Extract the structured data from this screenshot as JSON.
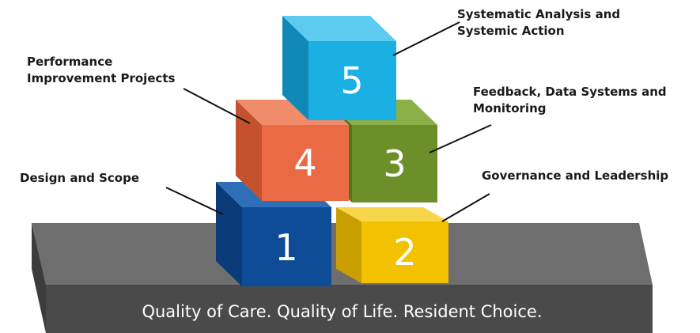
{
  "blocks": [
    {
      "number": "1",
      "label_lines": [
        "Design and Scope"
      ],
      "colors": {
        "front": "#0f4c97",
        "top": "#2f6fb8",
        "side": "#0a3a78"
      }
    },
    {
      "number": "2",
      "label_lines": [
        "Governance and Leadership"
      ],
      "colors": {
        "front": "#f2c200",
        "top": "#f7d64a",
        "side": "#c99f00"
      }
    },
    {
      "number": "3",
      "label_lines": [
        "Feedback, Data Systems and",
        "Monitoring"
      ],
      "colors": {
        "front": "#6d8f2a",
        "top": "#8daf48",
        "side": "#56731f"
      }
    },
    {
      "number": "4",
      "label_lines": [
        "Performance",
        "Improvement Projects"
      ],
      "colors": {
        "front": "#ea6a45",
        "top": "#f08c6a",
        "side": "#c4522f"
      }
    },
    {
      "number": "5",
      "label_lines": [
        "Systematic Analysis and",
        "Systemic Action"
      ],
      "colors": {
        "front": "#1ab0e4",
        "top": "#5dcaf0",
        "side": "#1189b8"
      }
    }
  ],
  "platform": {
    "text": "Quality of Care. Quality of Life. Resident Choice.",
    "colors": {
      "top": "#6e6e6e",
      "front": "#4a4a4a",
      "side": "#3c3c3c"
    }
  }
}
